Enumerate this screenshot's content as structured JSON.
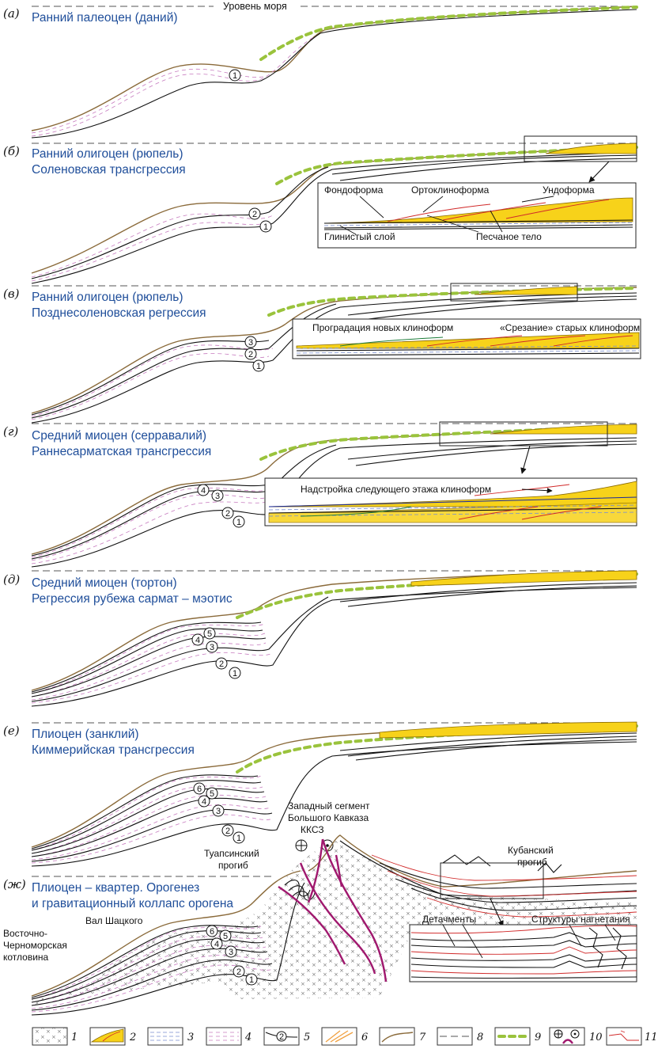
{
  "sea_level_label": "Уровень моря",
  "panels": [
    {
      "letter": "(а)",
      "title1": "Ранний палеоцен (даний)",
      "title2": ""
    },
    {
      "letter": "(б)",
      "title1": "Ранний олигоцен (рюпель)",
      "title2": "Соленовская трансгрессия"
    },
    {
      "letter": "(в)",
      "title1": "Ранний олигоцен (рюпель)",
      "title2": "Позднесоленовская регрессия"
    },
    {
      "letter": "(г)",
      "title1": "Средний миоцен (серравалий)",
      "title2": "Раннесарматская трансгрессия"
    },
    {
      "letter": "(д)",
      "title1": "Средний миоцен (тортон)",
      "title2": "Регрессия рубежа сармат – мэотис"
    },
    {
      "letter": "(е)",
      "title1": "Плиоцен (занклий)",
      "title2": "Киммерийская трансгрессия"
    },
    {
      "letter": "(ж)",
      "title1": "Плиоцен – квартер. Орогенез",
      "title2": "и гравитационный коллапс орогена"
    }
  ],
  "inset_b": {
    "fondoforma": "Фондоформа",
    "ortoklinoforma": "Ортоклиноформа",
    "undoforma": "Ундоформа",
    "clay_layer": "Глинистый слой",
    "sand_body": "Песчаное тело"
  },
  "inset_v": {
    "progradation": "Проградация новых клиноформ",
    "cut": "«Срезание» старых клиноформ"
  },
  "inset_g": {
    "superstructure": "Надстройка следующего этажа клиноформ"
  },
  "panel_zh": {
    "west_segment_1": "Западный сегмент",
    "west_segment_2": "Большого Кавказа",
    "kkksz": "ККСЗ",
    "tuapse_1": "Туапсинский",
    "tuapse_2": "прогиб",
    "kuban_1": "Кубанский",
    "kuban_2": "прогиб",
    "shatsky": "Вал Шацкого",
    "east_black_sea_1": "Восточно-",
    "east_black_sea_2": "Черноморская",
    "east_black_sea_3": "котловина",
    "detachments": "Детачменты",
    "injection": "Структуры нагнетания"
  },
  "horizon_labels": [
    "1",
    "2",
    "3",
    "4",
    "5",
    "6"
  ],
  "legend": [
    "1",
    "2",
    "3",
    "4",
    "5",
    "6",
    "7",
    "8",
    "9",
    "10",
    "11"
  ],
  "colors": {
    "title_blue": "#1f4e9a",
    "sand_yellow": "#f7d21a",
    "fault_magenta": "#a0186e",
    "shelf_green": "#9ac33c",
    "seafloor_brown": "#8a6a3a",
    "thrust_red": "#d12a2a"
  }
}
